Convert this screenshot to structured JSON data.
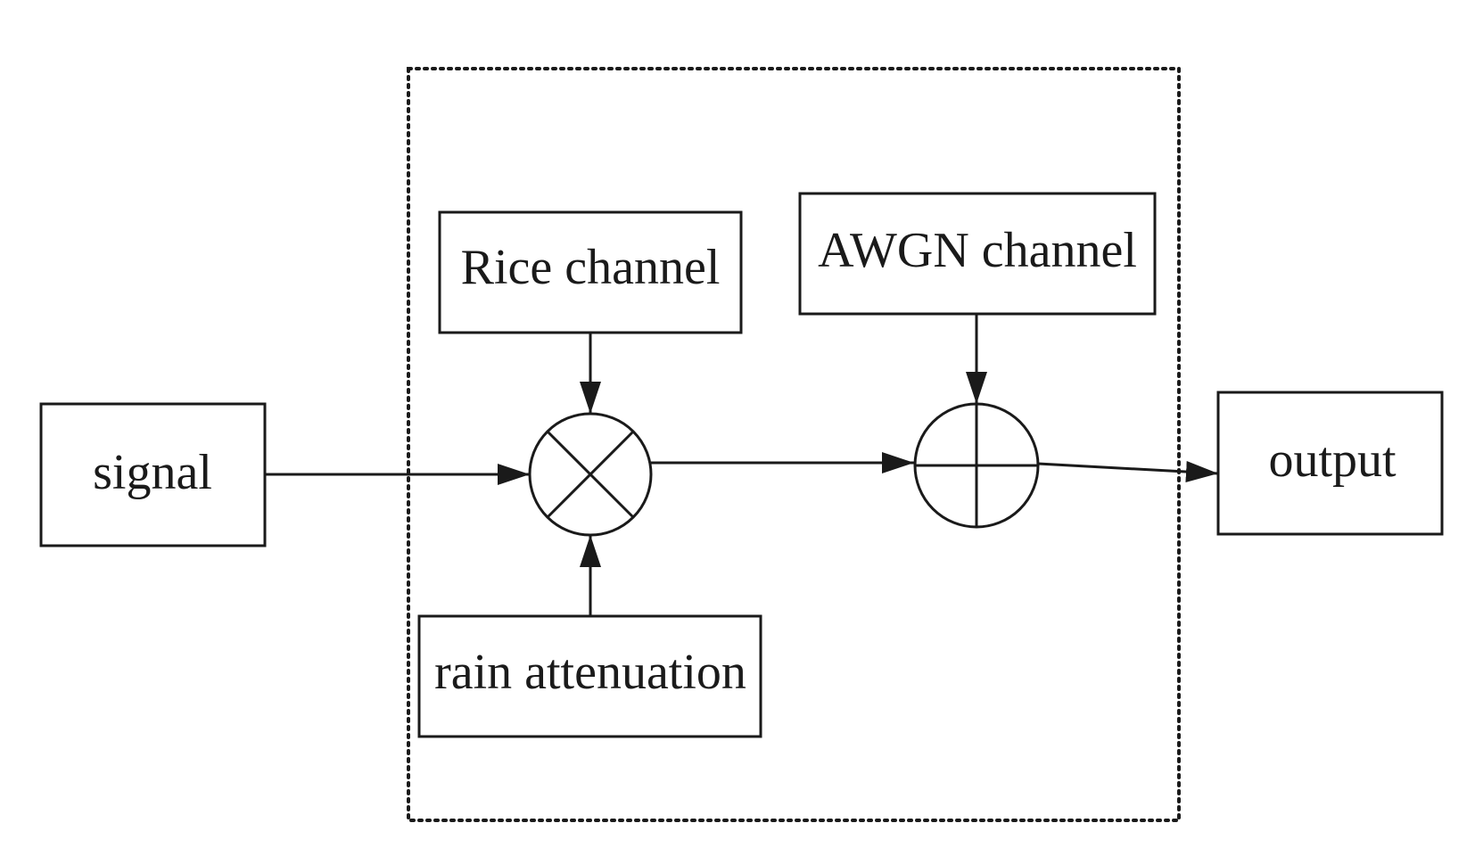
{
  "diagram": {
    "blocks": {
      "signal": "signal",
      "rice_channel": "Rice channel",
      "awgn_channel": "AWGN channel",
      "rain_attenuation": "rain attenuation",
      "output": "output"
    },
    "operators": {
      "multiplier": "multiplier",
      "adder": "adder"
    },
    "colors": {
      "stroke": "#1a1a1a",
      "background": "#ffffff"
    }
  }
}
